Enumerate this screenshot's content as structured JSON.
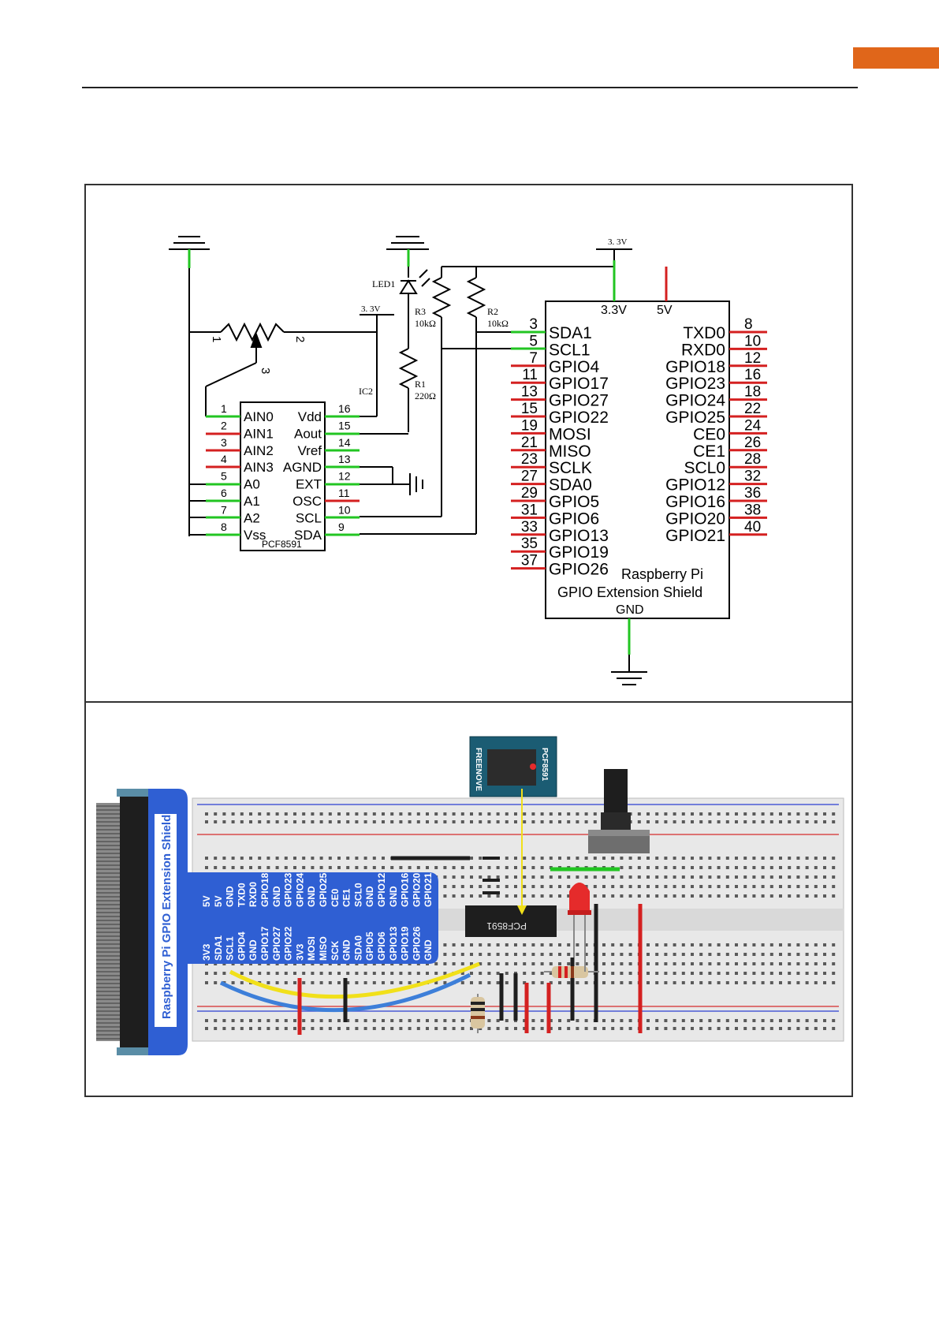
{
  "schematic": {
    "power_3v3_label": "3. 3V",
    "power_3v3_label_2": "3. 3V",
    "led": "LED1",
    "r3_name": "R3",
    "r3_value": "10kΩ",
    "r2_name": "R2",
    "r2_value": "10kΩ",
    "r1_name": "R1",
    "r1_value": "220Ω",
    "ic_label": "IC2",
    "pot_pins": [
      "1",
      "2",
      "3"
    ],
    "pcf8591": {
      "name": "PCF8591",
      "left_pins": [
        {
          "num": "1",
          "label": "AIN0"
        },
        {
          "num": "2",
          "label": "AIN1"
        },
        {
          "num": "3",
          "label": "AIN2"
        },
        {
          "num": "4",
          "label": "AIN3"
        },
        {
          "num": "5",
          "label": "A0"
        },
        {
          "num": "6",
          "label": "A1"
        },
        {
          "num": "7",
          "label": "A2"
        },
        {
          "num": "8",
          "label": "Vss"
        }
      ],
      "right_pins": [
        {
          "num": "16",
          "label": "Vdd"
        },
        {
          "num": "15",
          "label": "Aout"
        },
        {
          "num": "14",
          "label": "Vref"
        },
        {
          "num": "13",
          "label": "AGND"
        },
        {
          "num": "12",
          "label": "EXT"
        },
        {
          "num": "11",
          "label": "OSC"
        },
        {
          "num": "10",
          "label": "SCL"
        },
        {
          "num": "9",
          "label": "SDA"
        }
      ]
    },
    "shield": {
      "v33": "3.3V",
      "v5": "5V",
      "gnd": "GND",
      "title_line1": "Raspberry Pi",
      "title_line2": "GPIO Extension Shield",
      "left_pins": [
        {
          "num": "3",
          "label": "SDA1"
        },
        {
          "num": "5",
          "label": "SCL1"
        },
        {
          "num": "7",
          "label": "GPIO4"
        },
        {
          "num": "11",
          "label": "GPIO17"
        },
        {
          "num": "13",
          "label": "GPIO27"
        },
        {
          "num": "15",
          "label": "GPIO22"
        },
        {
          "num": "19",
          "label": "MOSI"
        },
        {
          "num": "21",
          "label": "MISO"
        },
        {
          "num": "23",
          "label": "SCLK"
        },
        {
          "num": "27",
          "label": "SDA0"
        },
        {
          "num": "29",
          "label": "GPIO5"
        },
        {
          "num": "31",
          "label": "GPIO6"
        },
        {
          "num": "33",
          "label": "GPIO13"
        },
        {
          "num": "35",
          "label": "GPIO19"
        },
        {
          "num": "37",
          "label": "GPIO26"
        }
      ],
      "right_pins": [
        {
          "num": "8",
          "label": "TXD0"
        },
        {
          "num": "10",
          "label": "RXD0"
        },
        {
          "num": "12",
          "label": "GPIO18"
        },
        {
          "num": "16",
          "label": "GPIO23"
        },
        {
          "num": "18",
          "label": "GPIO24"
        },
        {
          "num": "22",
          "label": "GPIO25"
        },
        {
          "num": "24",
          "label": "CE0"
        },
        {
          "num": "26",
          "label": "CE1"
        },
        {
          "num": "28",
          "label": "SCL0"
        },
        {
          "num": "32",
          "label": "GPIO12"
        },
        {
          "num": "36",
          "label": "GPIO16"
        },
        {
          "num": "38",
          "label": "GPIO20"
        },
        {
          "num": "40",
          "label": "GPIO21"
        }
      ]
    }
  },
  "breadboard": {
    "shield_title": "Raspberry Pi GPIO Extension Shield",
    "top_row_labels": [
      "5V",
      "5V",
      "GND",
      "TXD0",
      "RXD0",
      "GPIO18",
      "GND",
      "GPIO23",
      "GPIO24",
      "GND",
      "GPIO25",
      "CE0",
      "CE1",
      "SCL0",
      "GND",
      "GPIO12",
      "GND",
      "GPIO16",
      "GPIO20",
      "GPIO21"
    ],
    "bottom_row_labels": [
      "3V3",
      "SDA1",
      "SCL1",
      "GPIO4",
      "GND",
      "GPIO17",
      "GPIO27",
      "GPIO22",
      "3V3",
      "MOSI",
      "MISO",
      "SCK",
      "GND",
      "SDA0",
      "GPIO5",
      "GPIO6",
      "GPIO13",
      "GPIO19",
      "GPIO26",
      "GND"
    ],
    "chip_label": "PCF8591",
    "module_brand": "FREENOVE",
    "module_label": "PCF8591"
  },
  "colors": {
    "accent": "#e0661a",
    "wire_green": "#22c522",
    "wire_red": "#d42020",
    "shield_blue": "#2f5fd3"
  }
}
